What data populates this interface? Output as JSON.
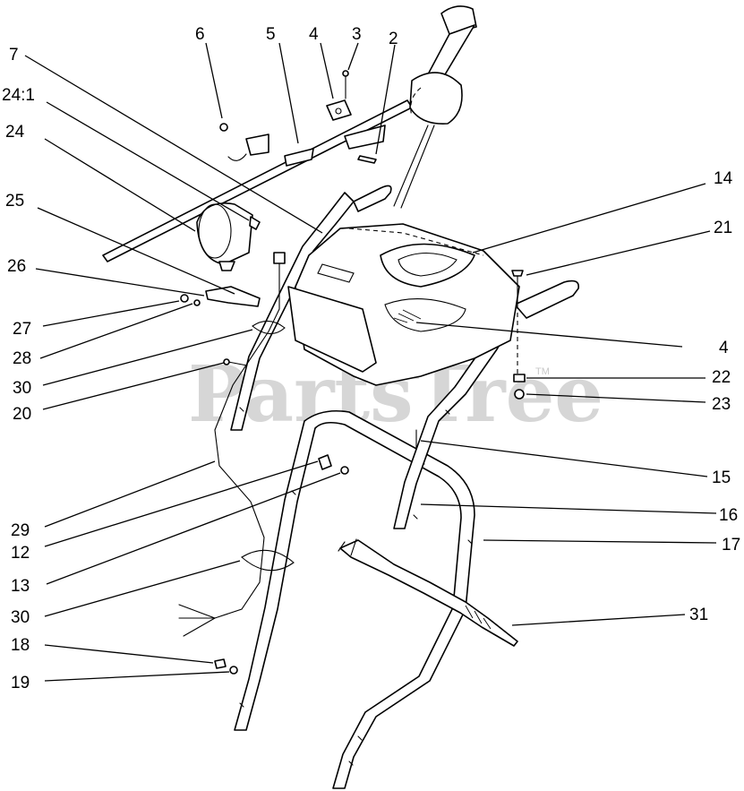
{
  "watermark": {
    "text": "PartsTree",
    "trademark": "TM",
    "color": "#c8c8c8"
  },
  "callouts": [
    "6",
    "5",
    "4",
    "3",
    "2",
    "7",
    "24:1",
    "24",
    "25",
    "26",
    "27",
    "28",
    "30",
    "20",
    "14",
    "21",
    "4",
    "22",
    "23",
    "15",
    "16",
    "17",
    "29",
    "12",
    "13",
    "30",
    "31",
    "18",
    "19"
  ],
  "line_color": "#000000"
}
